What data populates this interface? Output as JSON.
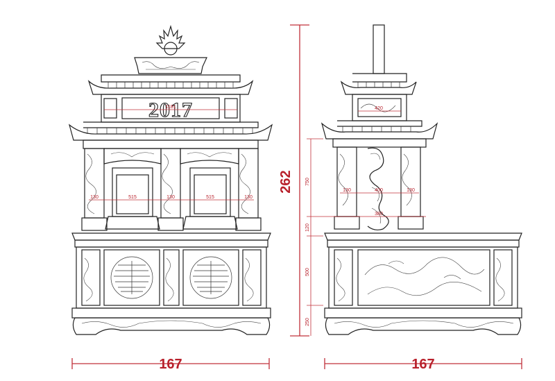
{
  "front_view": {
    "year_plaque": "2017",
    "plaque_width": "1181",
    "left_col_width": "130",
    "niche_left_width": "515",
    "mid_col_width": "130",
    "niche_right_width": "515",
    "right_col_width": "130",
    "overall_width": "167"
  },
  "side_view": {
    "top_panel_width": "420",
    "height_upper": "750",
    "left_col_width": "130",
    "center_width": "400",
    "right_col_width": "130",
    "base_label": "380",
    "height_ledge": "120",
    "height_body": "500",
    "height_plinth": "250",
    "overall_width": "167",
    "overall_height": "262"
  },
  "colors": {
    "dimension": "#c0303a",
    "line": "#222222"
  }
}
